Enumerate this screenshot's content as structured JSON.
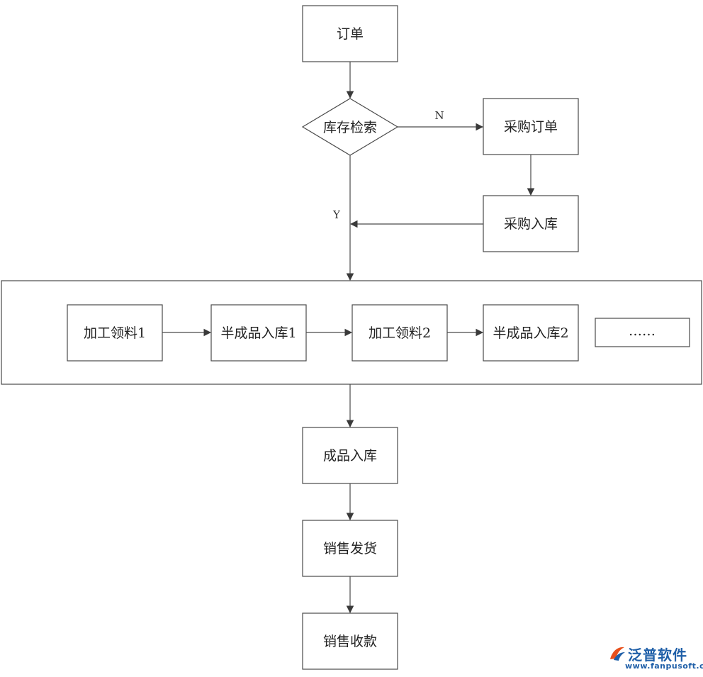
{
  "nodes": {
    "order": "订单",
    "inventory_check": "库存检索",
    "purchase_order": "采购订单",
    "purchase_stock_in": "采购入库",
    "process_pick_1": "加工领料1",
    "semi_stock_in_1": "半成品入库1",
    "process_pick_2": "加工领料2",
    "semi_stock_in_2": "半成品入库2",
    "more": "……",
    "finished_stock_in": "成品入库",
    "sales_delivery": "销售发货",
    "sales_collection": "销售收款"
  },
  "branches": {
    "no": "N",
    "yes": "Y"
  },
  "watermark": {
    "brand": "泛普软件",
    "url": "www.fanpusoft.com"
  },
  "colors": {
    "stroke": "#4a4a4a",
    "text": "#222222",
    "watermark": "#1f5fa8"
  }
}
